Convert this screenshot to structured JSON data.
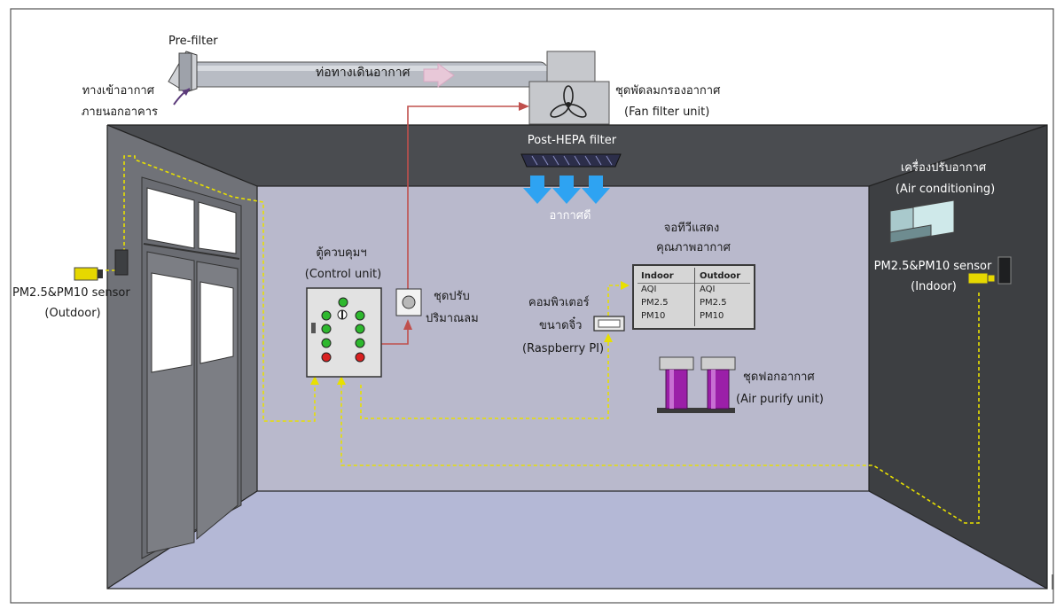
{
  "labels": {
    "pre_filter": "Pre-filter",
    "air_duct": "ท่อทางเดินอากาศ",
    "outdoor_inlet_line1": "ทางเข้าอากาศ",
    "outdoor_inlet_line2": "ภายนอกอาคาร",
    "fan_filter_th": "ชุดพัดลมกรองอากาศ",
    "fan_filter_en": "(Fan filter unit)",
    "post_hepa": "Post-HEPA filter",
    "clean_air": "อากาศดี",
    "aircon_th": "เครื่องปรับอากาศ",
    "aircon_en": "(Air conditioning)",
    "sensor_indoor_line1": "PM2.5&PM10 sensor",
    "sensor_indoor_line2": "(Indoor)",
    "sensor_outdoor_line1": "PM2.5&PM10 sensor",
    "sensor_outdoor_line2": "(Outdoor)",
    "control_th": "ตู้ควบคุมฯ",
    "control_en": "(Control unit)",
    "damper_line1": "ชุดปรับ",
    "damper_line2": "ปริมาณลม",
    "display_line1": "จอทีวีแสดง",
    "display_line2": "คุณภาพอากาศ",
    "computer_line1": "คอมพิวเตอร์",
    "computer_line2": "ขนาดจิ๋ว",
    "computer_en": "(Raspberry PI)",
    "purifier_th": "ชุดฟอกอากาศ",
    "purifier_en": "(Air purify unit)"
  },
  "display_panel": {
    "indoor_header": "Indoor",
    "outdoor_header": "Outdoor",
    "indoor_rows": [
      "AQI",
      "PM2.5",
      "PM10"
    ],
    "outdoor_rows": [
      "AQI",
      "PM2.5",
      "PM10"
    ]
  },
  "colors": {
    "floor": "#b4b8d6",
    "back_wall": "#b9b9cc",
    "left_wall": "#707278",
    "right_wall": "#3d3f42",
    "ceiling": "#4a4c50",
    "power_line": "#c0504d",
    "signal_line": "#e8e000",
    "purifier_cylinder": "#9b1fa8",
    "airflow_arrow": "#2ea3f2",
    "sensor_yellow": "#e6d800"
  }
}
